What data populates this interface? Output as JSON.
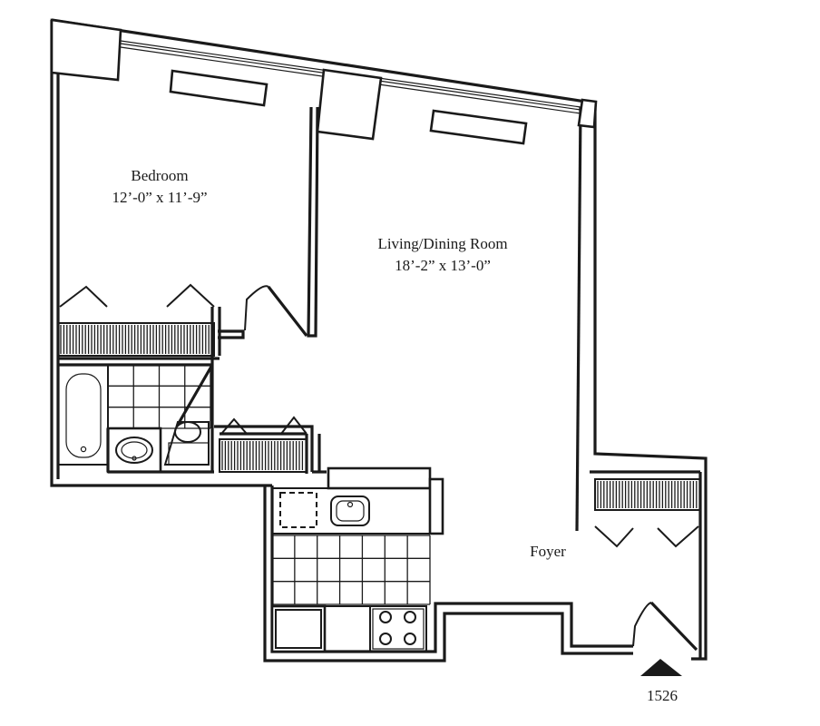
{
  "rooms": {
    "bedroom": {
      "name": "Bedroom",
      "dimensions": "12’-0” x 11’-9”"
    },
    "living": {
      "name": "Living/Dining Room",
      "dimensions": "18’-2” x 13’-0”"
    },
    "foyer": {
      "name": "Foyer"
    }
  },
  "unit_number": "1526"
}
